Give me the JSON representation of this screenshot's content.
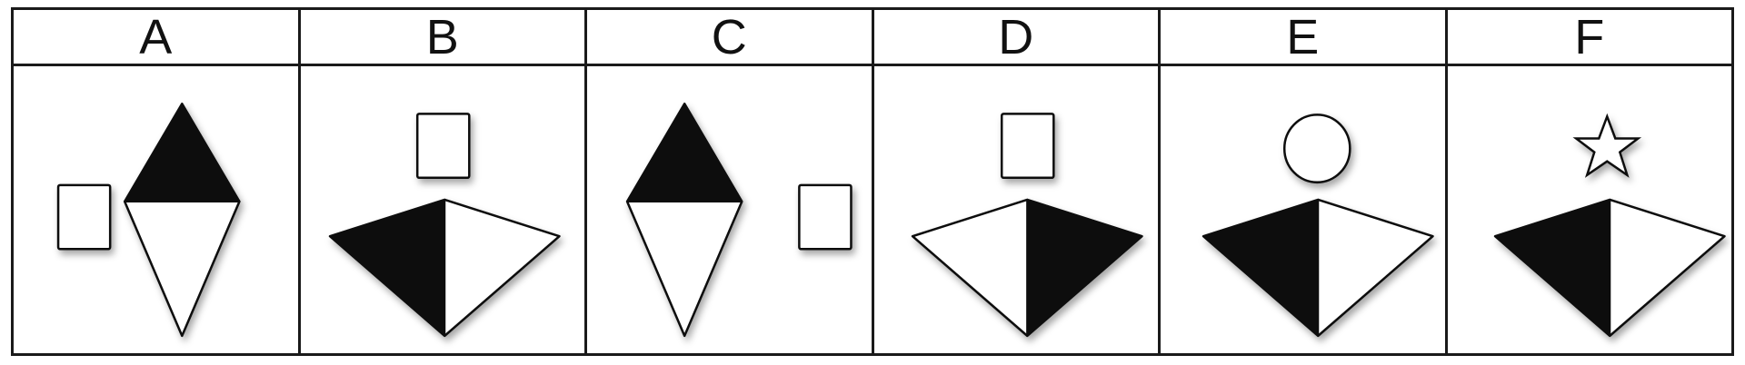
{
  "panels": [
    {
      "label": "A",
      "small_shape": "square",
      "diamond": "vertical",
      "dark_half": "top"
    },
    {
      "label": "B",
      "small_shape": "square",
      "diamond": "horizontal",
      "dark_half": "left"
    },
    {
      "label": "C",
      "small_shape": "square",
      "diamond": "vertical",
      "dark_half": "top"
    },
    {
      "label": "D",
      "small_shape": "square",
      "diamond": "horizontal",
      "dark_half": "right"
    },
    {
      "label": "E",
      "small_shape": "circle",
      "diamond": "horizontal",
      "dark_half": "left"
    },
    {
      "label": "F",
      "small_shape": "star",
      "diamond": "horizontal",
      "dark_half": "left"
    }
  ],
  "colors": {
    "fill_dark": "#111111",
    "fill_light": "#ffffff",
    "line": "#111111"
  }
}
